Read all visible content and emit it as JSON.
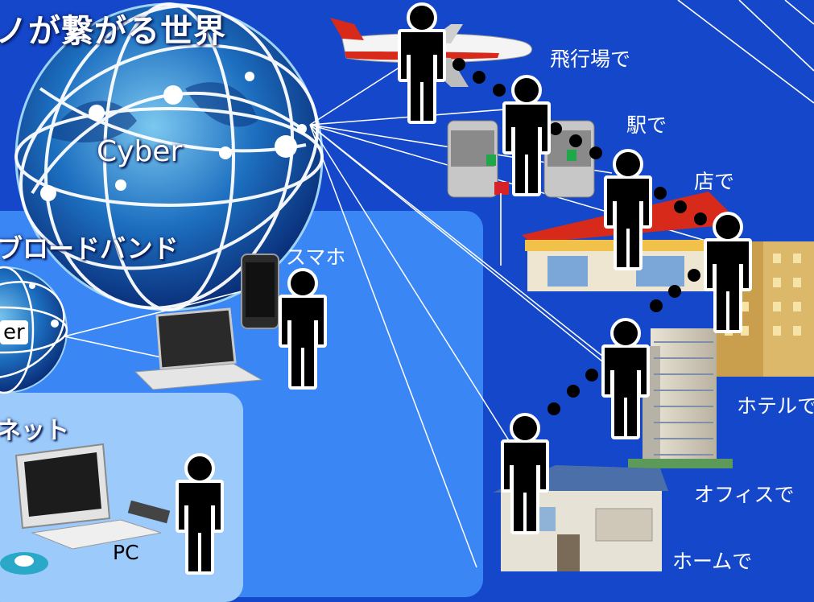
{
  "title": "ノが繋がる世界",
  "globe_main_label": "Cyber",
  "globe_small_label": "er",
  "broadband": {
    "title": "ブロードバンド"
  },
  "internet": {
    "title": "ネット"
  },
  "devices": {
    "smartphone": "スマホ",
    "pc": "PC"
  },
  "places": {
    "airport": "飛行場で",
    "station": "駅で",
    "shop": "店で",
    "hotel": "ホテルで",
    "office": "オフィスで",
    "home": "ホームで"
  },
  "colors": {
    "background": "#1447c9",
    "broadband_panel": "#3a86f5",
    "internet_panel": "#9ccbfb",
    "person": "#000000",
    "person_glow": "#ffffff"
  }
}
